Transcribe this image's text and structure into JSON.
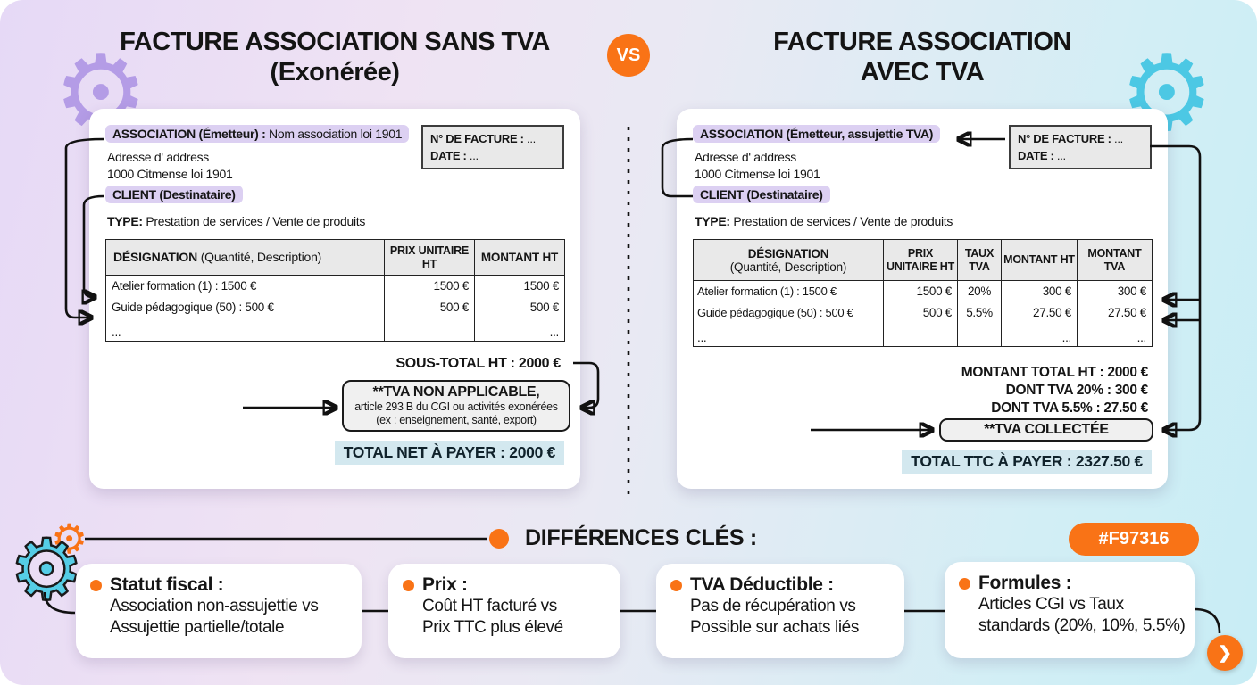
{
  "titles": {
    "left_line1": "FACTURE ASSOCIATION SANS TVA",
    "left_line2": "(Exonérée)",
    "vs": "VS",
    "right_line1": "FACTURE ASSOCIATION",
    "right_line2": "AVEC TVA"
  },
  "left_invoice": {
    "issuer_label": "ASSOCIATION (Émetteur) :",
    "issuer_value": " Nom association loi 1901",
    "address_line1": "Adresse d' address",
    "address_line2": "1000 Citmense loi 1901",
    "meta": {
      "invoice_no_label": "N° DE FACTURE :",
      "invoice_no_value": " ...",
      "date_label": "DATE :",
      "date_value": " ..."
    },
    "client_label": "CLIENT (Destinataire)",
    "type_label": "TYPE:",
    "type_value": " Prestation de services / Vente de produits",
    "table": {
      "header_designation_bold": "DÉSIGNATION",
      "header_designation_rest": " (Quantité, Description)",
      "header_unit_price": "PRIX UNITAIRE HT",
      "header_amount": "MONTANT HT",
      "rows": [
        [
          "Atelier formation (1) : 1500 €",
          "1500 €",
          "1500 €"
        ],
        [
          "Guide pédagogique (50) : 500 €",
          "500 €",
          "500 €"
        ],
        [
          "...",
          "",
          "..."
        ]
      ]
    },
    "subtotal": "SOUS-TOTAL HT : 2000 €",
    "tva_box": {
      "line1": "**TVA NON APPLICABLE,",
      "line2": "article 293 B du CGI ou activités exonérées",
      "line3": "(ex : enseignement, santé, export)"
    },
    "total": "TOTAL NET À PAYER : 2000 €"
  },
  "right_invoice": {
    "issuer_label": "ASSOCIATION (Émetteur, assujettie TVA)",
    "address_line1": "Adresse d' address",
    "address_line2": "1000 Citmense loi 1901",
    "meta": {
      "invoice_no_label": "N° DE FACTURE :",
      "invoice_no_value": " ...",
      "date_label": "DATE :",
      "date_value": " ..."
    },
    "client_label": "CLIENT (Destinataire)",
    "type_label": "TYPE:",
    "type_value": " Prestation de services / Vente de produits",
    "table": {
      "header_designation_bold": "DÉSIGNATION",
      "header_designation_rest": "(Quantité, Description)",
      "header_unit_price": "PRIX UNITAIRE HT",
      "header_rate": "TAUX TVA",
      "header_amount_ht": "MONTANT HT",
      "header_amount_tva": "MONTANT TVA",
      "rows": [
        [
          "Atelier formation (1) : 1500 €",
          "1500 €",
          "20%",
          "300 €",
          "300 €"
        ],
        [
          "Guide pédagogique (50) : 500 €",
          "500 €",
          "5.5%",
          "27.50 €",
          "27.50 €"
        ],
        [
          "...",
          "",
          "",
          "...",
          "..."
        ]
      ]
    },
    "summary_line1": "MONTANT TOTAL HT : 2000 €",
    "summary_line2": "DONT TVA 20% : 300 €",
    "summary_line3": "DONT TVA 5.5% : 27.50 €",
    "tva_box_label": "**TVA COLLECTÉE",
    "total": "TOTAL TTC À PAYER : 2327.50 €"
  },
  "differences": {
    "heading": "DIFFÉRENCES CLÉS :",
    "badge": "#F97316",
    "cards": [
      {
        "title": "Statut fiscal :",
        "line1": "Association non-assujettie vs",
        "line2": "Assujettie partielle/totale"
      },
      {
        "title": "Prix :",
        "line1": "Coût HT facturé vs",
        "line2": "Prix TTC plus élevé"
      },
      {
        "title": "TVA Déductible :",
        "line1": "Pas de récupération vs",
        "line2": "Possible sur achats liés"
      },
      {
        "title": "Formules :",
        "line1": "Articles CGI vs Taux",
        "line2": "standards (20%, 10%, 5.5%)"
      }
    ]
  },
  "icons": {
    "gear": "⚙",
    "chevron_right": "❯"
  },
  "colors": {
    "accent_orange": "#F97316",
    "gear_purple": "#b49ce6",
    "gear_cyan": "#4cc8e4",
    "highlight_lavender": "#dcd0f2",
    "highlight_blue": "#d3e8ef"
  }
}
